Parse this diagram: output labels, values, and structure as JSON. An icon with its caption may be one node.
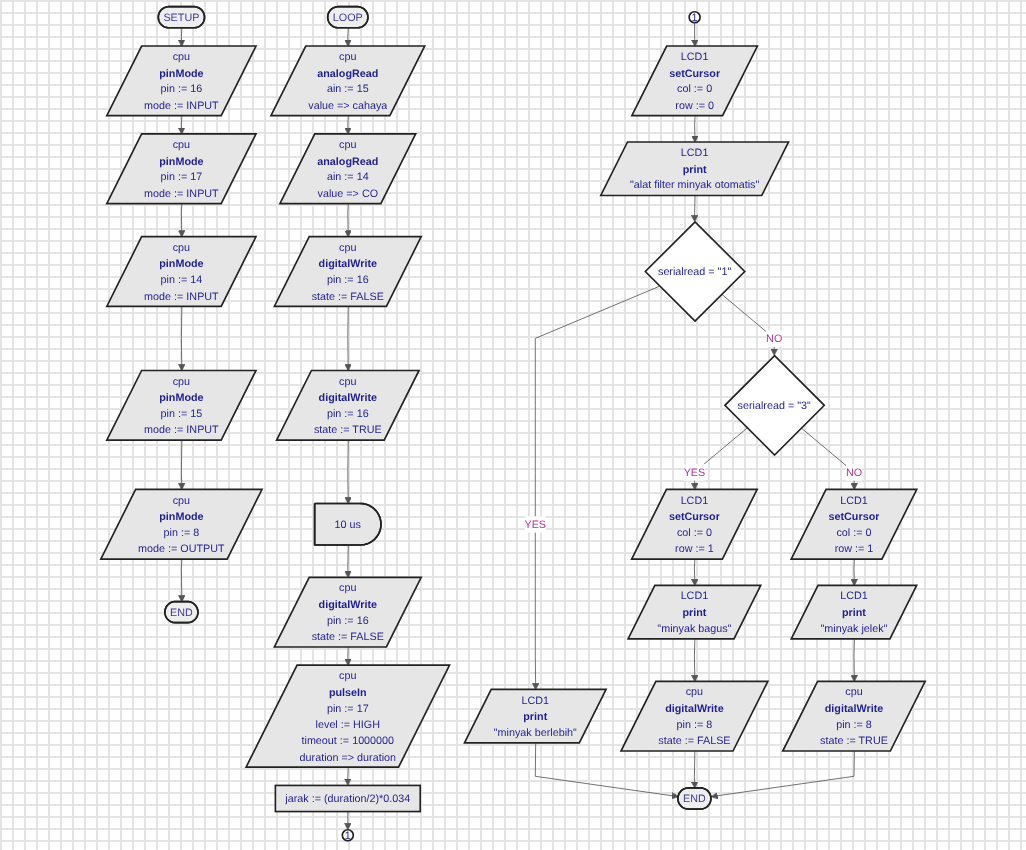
{
  "diagram": {
    "nodes": [
      {
        "text": [
          "SETUP"
        ]
      },
      {
        "text": [
          "cpu",
          "pinMode",
          "pin := 16",
          "mode := INPUT"
        ]
      },
      {
        "text": [
          "cpu",
          "pinMode",
          "pin := 17",
          "mode := INPUT"
        ]
      },
      {
        "text": [
          "cpu",
          "pinMode",
          "pin := 14",
          "mode := INPUT"
        ]
      },
      {
        "text": [
          "cpu",
          "pinMode",
          "pin := 15",
          "mode := INPUT"
        ]
      },
      {
        "text": [
          "cpu",
          "pinMode",
          "pin := 8",
          "mode := OUTPUT"
        ]
      },
      {
        "text": [
          "END"
        ]
      },
      {
        "text": [
          "LOOP"
        ]
      },
      {
        "text": [
          "cpu",
          "analogRead",
          "ain := 15",
          "value => cahaya"
        ]
      },
      {
        "text": [
          "cpu",
          "analogRead",
          "ain := 14",
          "value => CO"
        ]
      },
      {
        "text": [
          "cpu",
          "digitalWrite",
          "pin := 16",
          "state := FALSE"
        ]
      },
      {
        "text": [
          "cpu",
          "digitalWrite",
          "pin := 16",
          "state := TRUE"
        ]
      },
      {
        "text": [
          "10 us"
        ]
      },
      {
        "text": [
          "cpu",
          "digitalWrite",
          "pin := 16",
          "state := FALSE"
        ]
      },
      {
        "text": [
          "cpu",
          "pulseIn",
          "pin := 17",
          "level := HIGH",
          "timeout := 1000000",
          "duration => duration"
        ]
      },
      {
        "text": [
          "jarak := (duration/2)*0.034"
        ]
      },
      {
        "text": [
          "1"
        ]
      },
      {
        "text": [
          "1"
        ]
      },
      {
        "text": [
          "LCD1",
          "setCursor",
          "col := 0",
          "row := 0"
        ]
      },
      {
        "text": [
          "LCD1",
          "print",
          "\"alat filter minyak otomatis\""
        ]
      },
      {
        "text": [
          "serialread = \"1\""
        ]
      },
      {
        "text": [
          "LCD1",
          "print",
          "\"minyak berlebih\""
        ]
      },
      {
        "text": [
          "serialread = \"3\""
        ]
      },
      {
        "text": [
          "LCD1",
          "setCursor",
          "col := 0",
          "row := 1"
        ]
      },
      {
        "text": [
          "LCD1",
          "print",
          "\"minyak bagus\""
        ]
      },
      {
        "text": [
          "cpu",
          "digitalWrite",
          "pin := 8",
          "state := FALSE"
        ]
      },
      {
        "text": [
          "LCD1",
          "setCursor",
          "col := 0",
          "row := 1"
        ]
      },
      {
        "text": [
          "LCD1",
          "print",
          "\"minyak jelek\""
        ]
      },
      {
        "text": [
          "cpu",
          "digitalWrite",
          "pin := 8",
          "state := TRUE"
        ]
      },
      {
        "text": [
          "END"
        ]
      }
    ],
    "edges": [
      {
        "from": 0,
        "to": 1,
        "arrow": "to"
      },
      {
        "from": 1,
        "to": 2,
        "arrow": "to"
      },
      {
        "from": 2,
        "to": 3,
        "arrow": "to"
      },
      {
        "from": 3,
        "to": 4,
        "arrow": "to"
      },
      {
        "from": 4,
        "to": 5,
        "arrow": "to"
      },
      {
        "from": 5,
        "to": 6,
        "arrow": "to"
      },
      {
        "from": 7,
        "to": 8,
        "arrow": "to"
      },
      {
        "from": 8,
        "to": 9,
        "arrow": "to"
      },
      {
        "from": 9,
        "to": 10,
        "arrow": "to"
      },
      {
        "from": 10,
        "to": 11,
        "arrow": "to"
      },
      {
        "from": 11,
        "to": 12,
        "arrow": "to"
      },
      {
        "from": 12,
        "to": 13,
        "arrow": "to"
      },
      {
        "from": 13,
        "to": 14,
        "arrow": "to"
      },
      {
        "from": 14,
        "to": 15,
        "arrow": "to"
      },
      {
        "from": 15,
        "to": 16,
        "arrow": "to"
      },
      {
        "from": 17,
        "to": 18,
        "arrow": "to"
      },
      {
        "from": 18,
        "to": 19,
        "arrow": "to"
      },
      {
        "from": 19,
        "to": 20,
        "arrow": "to"
      },
      {
        "from": 20,
        "to": 21,
        "arrow": "to",
        "label": "YES"
      },
      {
        "from": 20,
        "to": 22,
        "arrow": "to",
        "label": "NO"
      },
      {
        "from": 22,
        "to": 23,
        "arrow": "to",
        "label": "YES"
      },
      {
        "from": 22,
        "to": 26,
        "arrow": "to",
        "label": "NO"
      },
      {
        "from": 23,
        "to": 24,
        "arrow": "to"
      },
      {
        "from": 24,
        "to": 25,
        "arrow": "to"
      },
      {
        "from": 26,
        "to": 27,
        "arrow": "to"
      },
      {
        "from": 27,
        "to": 28,
        "arrow": "to"
      },
      {
        "from": 21,
        "to": 29,
        "arrow": "to"
      },
      {
        "from": 25,
        "to": 29,
        "arrow": "to"
      },
      {
        "from": 28,
        "to": 29,
        "arrow": "to"
      }
    ]
  }
}
